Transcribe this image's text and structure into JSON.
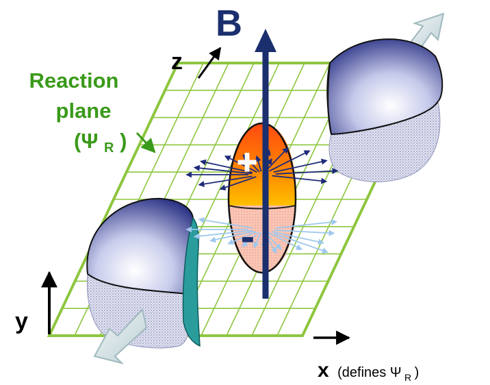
{
  "labels": {
    "magnetic_field": "B",
    "axis_z": "z",
    "axis_y": "y",
    "axis_x": "x",
    "axis_x_note_prefix": "(defines Ψ",
    "axis_x_note_sub": "R",
    "axis_x_note_suffix": ")",
    "reaction_plane_line1": "Reaction",
    "reaction_plane_line2": "plane",
    "reaction_plane_line3_prefix": "(Ψ",
    "reaction_plane_line3_sub": "R",
    "reaction_plane_line3_suffix": ")",
    "plus_charge": "+",
    "minus_charge": "-"
  },
  "colors": {
    "grid_green": "#8dc63f",
    "label_green": "#3a9a1a",
    "field_navy": "#1b2f6e",
    "nucleus_dark": "#2e3586",
    "upper_arrow": "#1e2a7a",
    "lower_arrow": "#9fc8ee",
    "teal": "#2a9c9c",
    "ellipsoid_top": "#ff5a10",
    "ellipsoid_mid": "#ffb000",
    "ellipsoid_bottom": "#f7b8a8"
  }
}
